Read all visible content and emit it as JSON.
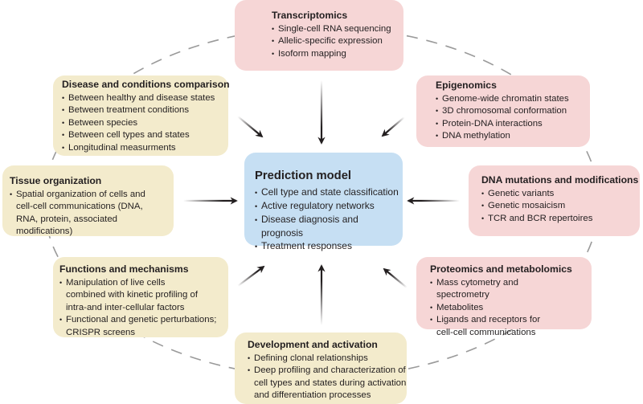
{
  "center": {
    "title": "Prediction model",
    "items": [
      "Cell type and state classification",
      "Active regulatory networks",
      "Disease diagnosis and prognosis",
      "Treatment responses"
    ],
    "color": "#c6dff3"
  },
  "nodes": {
    "transcriptomics": {
      "title": "Transcriptomics",
      "items": [
        "Single-cell RNA sequencing",
        "Allelic-specific expression",
        "Isoform mapping"
      ],
      "category": "molecular"
    },
    "epigenomics": {
      "title": "Epigenomics",
      "items": [
        "Genome-wide chromatin states",
        "3D chromosomal  conformation",
        "Protein-DNA interactions",
        "DNA methylation"
      ],
      "category": "molecular"
    },
    "dna_mutations": {
      "title": "DNA mutations and modifications",
      "items": [
        "Genetic variants",
        "Genetic mosaicism",
        "TCR and BCR repertoires"
      ],
      "category": "molecular"
    },
    "proteomics": {
      "title": "Proteomics and metabolomics",
      "items": [
        "Mass cytometry and spectrometry",
        "Metabolites",
        "Ligands and receptors for cell-cell communications"
      ],
      "category": "molecular"
    },
    "development": {
      "title": "Development and activation",
      "items": [
        "Defining clonal relationships",
        "Deep profiling and characterization of cell types and states during activation and differentiation processes"
      ],
      "category": "context"
    },
    "functions": {
      "title": "Functions and mechanisms",
      "items": [
        "Manipulation of live cells combined with kinetic profiling of intra-and inter-cellular factors",
        "Functional and genetic perturbations; CRISPR screens"
      ],
      "category": "context"
    },
    "tissue": {
      "title": "Tissue organization",
      "items": [
        "Spatial organization of cells and cell-cell communications (DNA, RNA, protein, associated modifications)"
      ],
      "category": "context"
    },
    "disease": {
      "title": "Disease and conditions comparison",
      "items": [
        "Between healthy and disease states",
        "Between treatment conditions",
        "Between species",
        "Between cell types and states",
        "Longitudinal measurments"
      ],
      "category": "context"
    }
  },
  "colors": {
    "molecular": "#f6d6d6",
    "context": "#f3ebcc",
    "center": "#c6dff3",
    "arrow": "#231f20",
    "ring": "#9a9a9a"
  }
}
